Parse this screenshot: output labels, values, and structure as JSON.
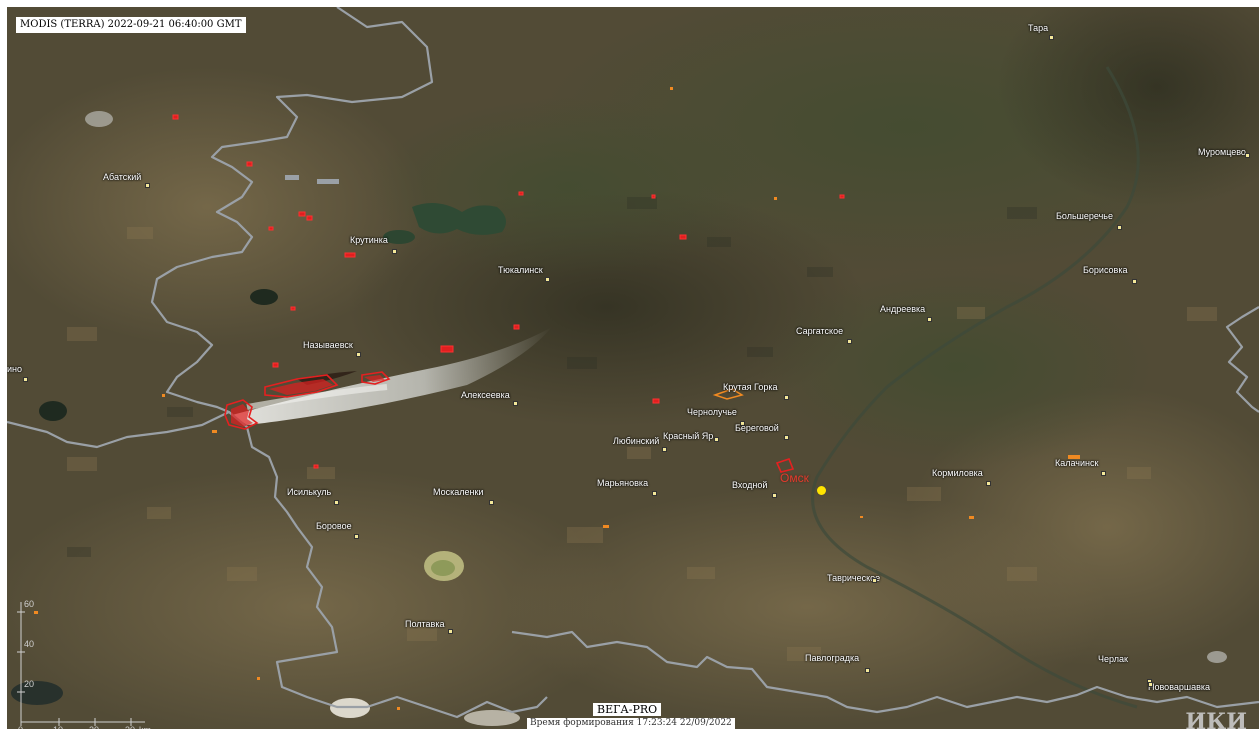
{
  "header": {
    "title": "MODIS (TERRA) 2022-09-21 06:40:00 GMT"
  },
  "footer": {
    "brand": "ВЕГА-PRO",
    "timestamp": "Время формирования 17:23:24 22/09/2022",
    "logo_text": "ИКИ"
  },
  "scale_bar": {
    "ticks": [
      "0",
      "10",
      "20",
      "30",
      "km"
    ],
    "lat_labels": [
      "60",
      "40",
      "20"
    ]
  },
  "colors": {
    "fire": "#e02020",
    "border": "#9aa0a6",
    "city_dot": "#ffe400",
    "smoke": "#dcdcd8"
  },
  "places": [
    {
      "name": "Тара",
      "big": false
    },
    {
      "name": "Муромцево",
      "big": false
    },
    {
      "name": "Абатский",
      "big": false
    },
    {
      "name": "Крутинка",
      "big": false
    },
    {
      "name": "Тюкалинск",
      "big": false
    },
    {
      "name": "Большеречье",
      "big": false
    },
    {
      "name": "Борисовка",
      "big": false
    },
    {
      "name": "Андреевка",
      "big": false
    },
    {
      "name": "Саргатское",
      "big": false
    },
    {
      "name": "Называевск",
      "big": false
    },
    {
      "name": "ино",
      "big": false
    },
    {
      "name": "Алексеевка",
      "big": false
    },
    {
      "name": "Крутая Горка",
      "big": false
    },
    {
      "name": "Чернолучье",
      "big": false
    },
    {
      "name": "Береговой",
      "big": false
    },
    {
      "name": "Красный Яр",
      "big": false
    },
    {
      "name": "Любинский",
      "big": false
    },
    {
      "name": "Калачинск",
      "big": false
    },
    {
      "name": "Кормиловка",
      "big": false
    },
    {
      "name": "Омск",
      "big": true
    },
    {
      "name": "Марьяновка",
      "big": false
    },
    {
      "name": "Входной",
      "big": false
    },
    {
      "name": "Исилькуль",
      "big": false
    },
    {
      "name": "Москаленки",
      "big": false
    },
    {
      "name": "Боровое",
      "big": false
    },
    {
      "name": "Таврическое",
      "big": false
    },
    {
      "name": "Полтавка",
      "big": false
    },
    {
      "name": "Павлоградка",
      "big": false
    },
    {
      "name": "Черлак",
      "big": false
    },
    {
      "name": "Нововаршавка",
      "big": false
    }
  ]
}
